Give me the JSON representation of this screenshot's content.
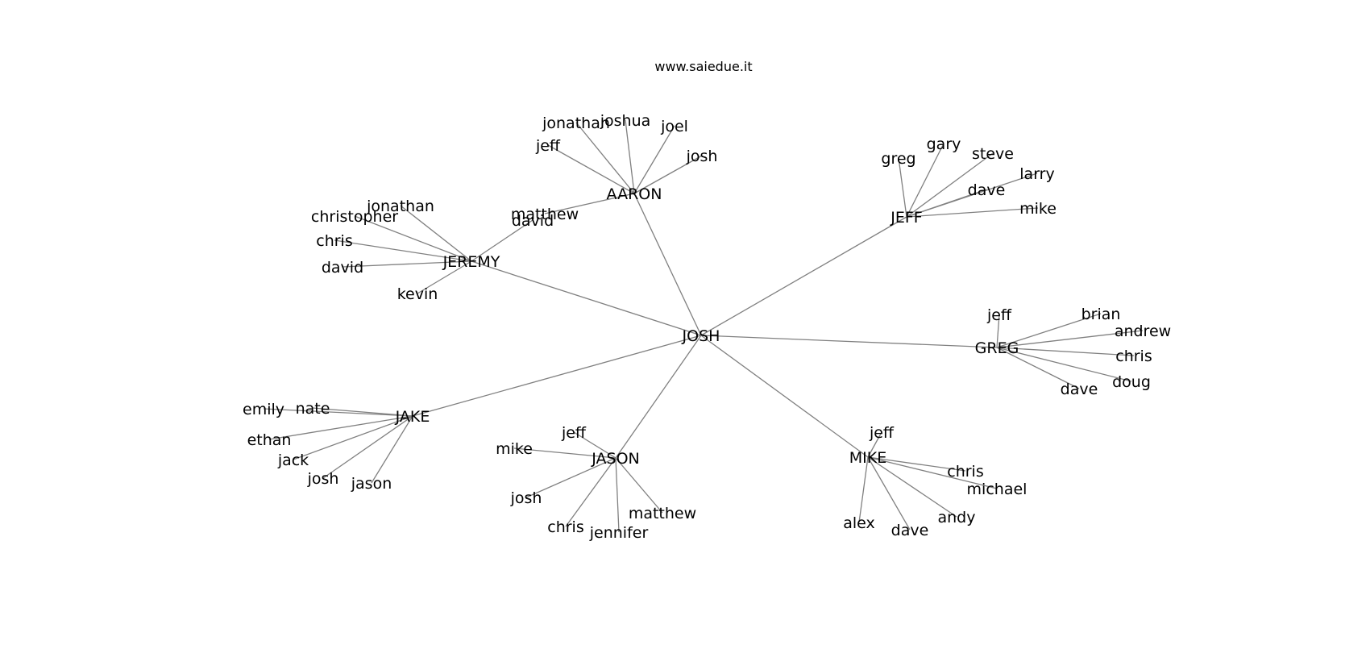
{
  "title": "www.saiedue.it",
  "graph": {
    "root": "JOSH",
    "hubs": [
      {
        "label": "AARON",
        "children": [
          "jonathan",
          "joshua",
          "joel",
          "jeff",
          "josh",
          "matthew"
        ]
      },
      {
        "label": "JEFF",
        "children": [
          "greg",
          "gary",
          "steve",
          "larry",
          "dave",
          "mike"
        ]
      },
      {
        "label": "JEREMY",
        "children": [
          "jonathan",
          "christopher",
          "chris",
          "david",
          "kevin",
          "david"
        ]
      },
      {
        "label": "GREG",
        "children": [
          "jeff",
          "brian",
          "andrew",
          "chris",
          "doug",
          "dave"
        ]
      },
      {
        "label": "JAKE",
        "children": [
          "emily",
          "nate",
          "ethan",
          "jack",
          "josh",
          "jason"
        ]
      },
      {
        "label": "JASON",
        "children": [
          "jeff",
          "mike",
          "josh",
          "chris",
          "jennifer",
          "matthew"
        ]
      },
      {
        "label": "MIKE",
        "children": [
          "jeff",
          "chris",
          "michael",
          "andy",
          "dave",
          "alex"
        ]
      }
    ]
  }
}
